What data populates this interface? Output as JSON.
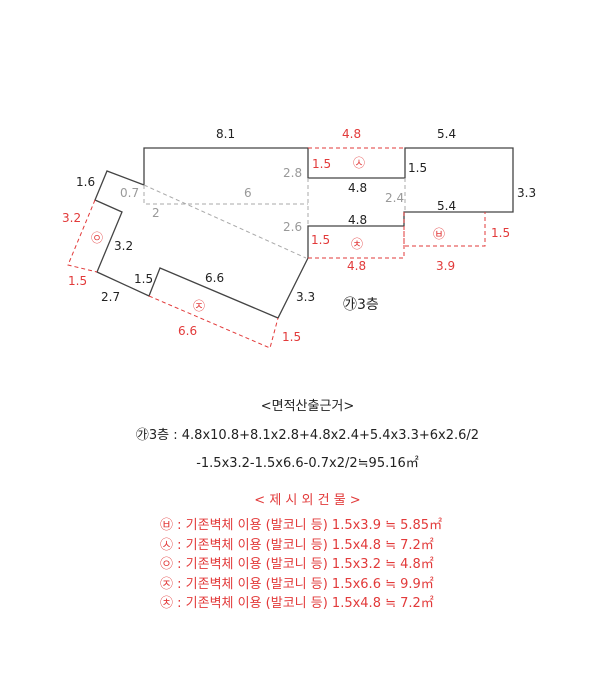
{
  "diagram": {
    "labels_black": [
      "8.1",
      "5.4",
      "1.5",
      "3.3",
      "5.4",
      "4.8",
      "4.8",
      "1.6",
      "3.2",
      "1.5",
      "2.7",
      "6.6",
      "3.3"
    ],
    "labels_gray": [
      "0.7",
      "6",
      "2",
      "2.8",
      "2.6",
      "2.4"
    ],
    "labels_red": [
      "4.8",
      "1.5",
      "1.5",
      "4.8",
      "1.5",
      "3.9",
      "3.2",
      "1.5",
      "6.6",
      "1.5"
    ],
    "markers": {
      "s": "㉦",
      "ch": "㉩",
      "b": "㉥",
      "o": "㉧",
      "j": "㉨"
    },
    "floor_label": "㉮3층",
    "colors": {
      "red": "#e23a3a",
      "gray": "#999999",
      "black": "#222222"
    }
  },
  "calc": {
    "title": "<면적산출근거>",
    "line1": "㉮3층 : 4.8x10.8+8.1x2.8+4.8x2.4+5.4x3.3+6x2.6/2",
    "line2": "-1.5x3.2-1.5x6.6-0.7x2/2≒95.16㎡"
  },
  "excluded": {
    "title": "<  제  시  외  건  물  >",
    "items": [
      "㉥ : 기존벽체 이용 (발코니 등) 1.5x3.9 ≒ 5.85㎡",
      "㉦ : 기존벽체 이용 (발코니 등) 1.5x4.8 ≒ 7.2㎡",
      "㉧ : 기존벽체 이용 (발코니 등) 1.5x3.2 ≒ 4.8㎡",
      "㉨ : 기존벽체 이용 (발코니 등) 1.5x6.6 ≒ 9.9㎡",
      "㉩ : 기존벽체 이용 (발코니 등) 1.5x4.8 ≒ 7.2㎡"
    ]
  }
}
